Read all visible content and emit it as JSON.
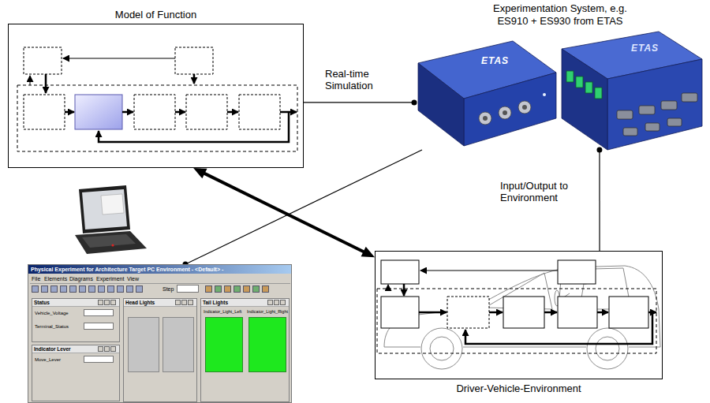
{
  "diagram": {
    "nodes": [
      {
        "text": [
          "Model of Function"
        ]
      },
      {
        "text": [
          "Experimentation System, e.g. ES910 + ES930 from ETAS"
        ]
      },
      {
        "text": [
          "Physical Experiment for Architecture Target PC Environment - <Default> -"
        ]
      },
      {
        "text": [
          "Driver-Vehicle-Environment"
        ]
      }
    ],
    "edges": [
      {
        "from": 0,
        "to": 1,
        "label": "Real-time Simulation",
        "arrow": "none"
      },
      {
        "from": 1,
        "to": 3,
        "label": "Input/Output to Environment",
        "arrow": "none"
      },
      {
        "from": 0,
        "to": 3,
        "arrow": "both"
      },
      {
        "from": 1,
        "to": 2,
        "arrow": "none"
      }
    ],
    "labels": [
      "ETAS",
      "ETAS",
      "File",
      "Elements",
      "Diagrams",
      "Experiment",
      "View",
      "Step",
      "Status",
      "Vehicle_Voltage",
      "Terminal_Status",
      "Indicator Lever",
      "Move_Lever",
      "Head Lights",
      "Tail Lights",
      "Indicator_Light_Left",
      "Indicator_Light_Right"
    ]
  }
}
